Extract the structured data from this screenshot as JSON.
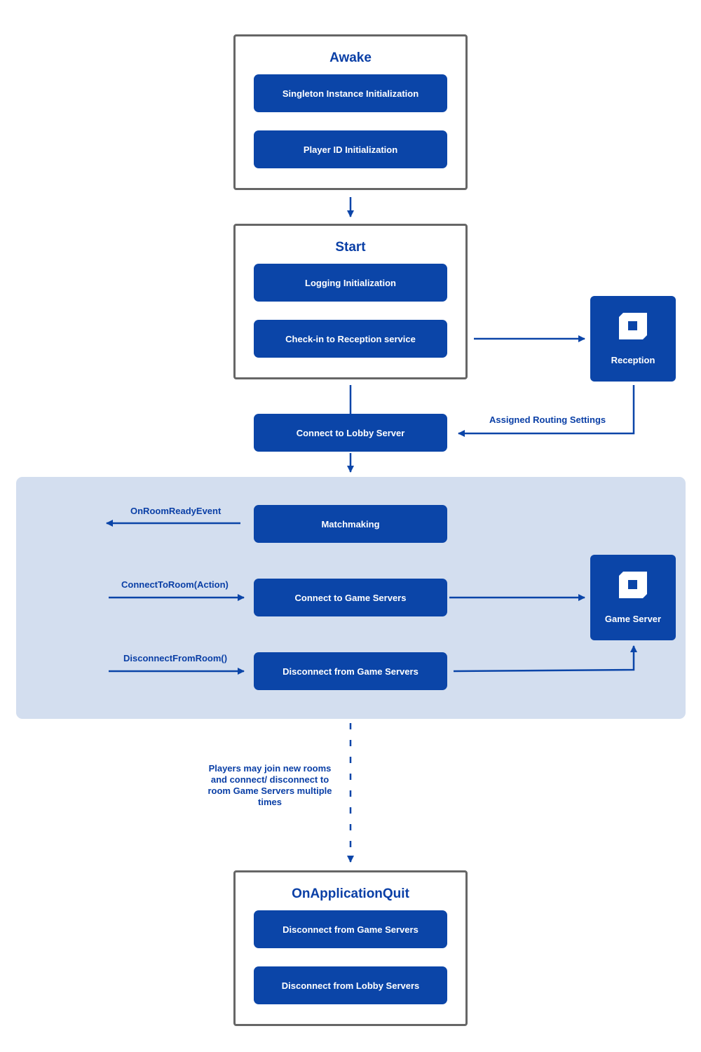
{
  "colors": {
    "accent_blue": "#0b45a8",
    "title_blue": "#0a3fa6",
    "panel_bg": "#d3deef",
    "frame_border": "#666666"
  },
  "awake": {
    "title": "Awake",
    "items": [
      "Singleton Instance Initialization",
      "Player ID Initialization"
    ]
  },
  "start": {
    "title": "Start",
    "items": [
      "Logging Initialization",
      "Check-in to Reception service"
    ]
  },
  "lobby": {
    "label": "Connect to Lobby Server"
  },
  "reception": {
    "label": "Reception",
    "icon": "service-cube-icon"
  },
  "routing_label": "Assigned Routing Settings",
  "room_panel": {
    "matchmaking": "Matchmaking",
    "connect": "Connect to Game Servers",
    "disconnect": "Disconnect from Game Servers",
    "on_room_ready": "OnRoomReadyEvent",
    "connect_to_room": "ConnectToRoom(Action)",
    "disconnect_from_room": "DisconnectFromRoom()"
  },
  "game_server": {
    "label": "Game Server",
    "icon": "service-cube-icon"
  },
  "note": "Players may join new rooms and connect/ disconnect to room Game Servers multiple times",
  "quit": {
    "title": "OnApplicationQuit",
    "items": [
      "Disconnect from Game Servers",
      "Disconnect from Lobby Servers"
    ]
  }
}
